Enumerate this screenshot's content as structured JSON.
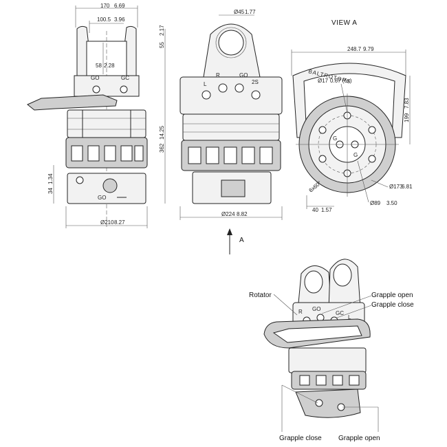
{
  "front_view": {
    "top_width": "170",
    "top_width_in": "6.69",
    "inner_width": "100.5",
    "inner_width_in": "3.96",
    "ear_height": "55",
    "ear_height_in": "2.17",
    "hole_height": "58",
    "hole_height_in": "2.28",
    "total_height": "362",
    "total_height_in": "14.25",
    "base_height": "34",
    "base_height_in": "1.34",
    "base_diameter": "Ø210",
    "base_diameter_in": "8.27",
    "port_go": "GO",
    "port_gc": "GC",
    "base_label": "GO"
  },
  "side_view": {
    "pin_diameter": "Ø45",
    "pin_diameter_in": "1.77",
    "body_diameter": "Ø224",
    "body_diameter_in": "8.82",
    "port_r": "R",
    "port_go": "GO",
    "port_2s": "2S",
    "port_l": "L",
    "arrow_label": "A"
  },
  "view_a": {
    "title": "VIEW A",
    "brand_text": "BALTROTORS",
    "width": "248.7",
    "width_in": "9.79",
    "bolt_hole": "Ø17",
    "bolt_hole_in": "0.67 (6x)",
    "height": "199",
    "height_in": "7.83",
    "pcd": "Ø173",
    "pcd_in": "6.81",
    "bolt_angle": "6x60°",
    "offset": "40",
    "offset_in": "1.57",
    "center_diameter": "Ø89",
    "center_diameter_in": "3.50",
    "port_g1": "G",
    "port_g2": "G"
  },
  "iso_view": {
    "label_rotator": "Rotator",
    "label_grapple_open_top": "Grapple open",
    "label_grapple_close_top": "Grapple close",
    "label_grapple_close_bottom": "Grapple close",
    "label_grapple_open_bottom": "Grapple open",
    "port_go": "GO",
    "port_gc": "GC",
    "port_r": "R",
    "port_l": "L"
  }
}
